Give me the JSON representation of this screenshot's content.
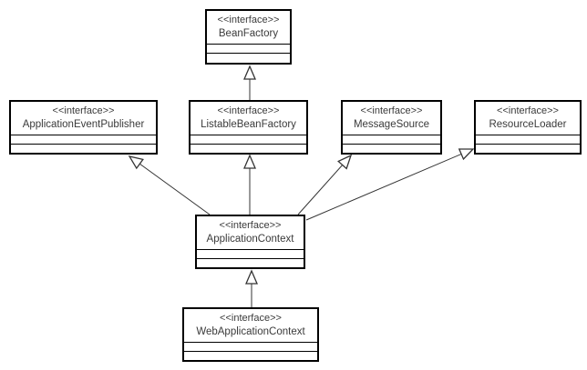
{
  "diagram": {
    "type": "uml-class-diagram",
    "classes": [
      {
        "id": "bean-factory",
        "stereotype": "<<interface>>",
        "name": "BeanFactory"
      },
      {
        "id": "application-event-publisher",
        "stereotype": "<<interface>>",
        "name": "ApplicationEventPublisher"
      },
      {
        "id": "listable-bean-factory",
        "stereotype": "<<interface>>",
        "name": "ListableBeanFactory"
      },
      {
        "id": "message-source",
        "stereotype": "<<interface>>",
        "name": "MessageSource"
      },
      {
        "id": "resource-loader",
        "stereotype": "<<interface>>",
        "name": "ResourceLoader"
      },
      {
        "id": "application-context",
        "stereotype": "<<interface>>",
        "name": "ApplicationContext"
      },
      {
        "id": "web-application-context",
        "stereotype": "<<interface>>",
        "name": "WebApplicationContext"
      }
    ],
    "relationships": [
      {
        "from": "ListableBeanFactory",
        "to": "BeanFactory",
        "type": "generalization"
      },
      {
        "from": "ApplicationContext",
        "to": "ApplicationEventPublisher",
        "type": "generalization"
      },
      {
        "from": "ApplicationContext",
        "to": "ListableBeanFactory",
        "type": "generalization"
      },
      {
        "from": "ApplicationContext",
        "to": "MessageSource",
        "type": "generalization"
      },
      {
        "from": "ApplicationContext",
        "to": "ResourceLoader",
        "type": "generalization"
      },
      {
        "from": "WebApplicationContext",
        "to": "ApplicationContext",
        "type": "generalization"
      }
    ],
    "colors": {
      "background": "#ffffff",
      "box_border": "#000000",
      "connector_line": "#333333",
      "text": "#3a3a3a"
    }
  }
}
